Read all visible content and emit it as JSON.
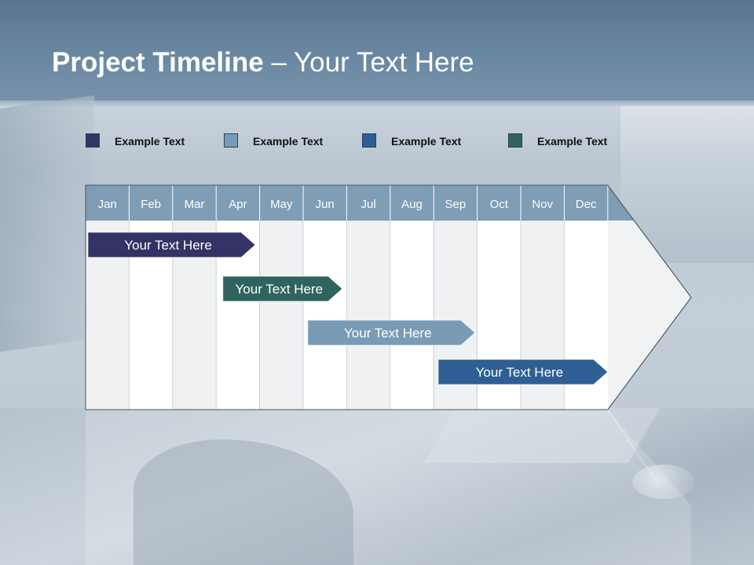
{
  "slide": {
    "title_bold": "Project Timeline",
    "title_rest": " – Your Text Here"
  },
  "legend": [
    {
      "label": "Example Text",
      "color": "#333366"
    },
    {
      "label": "Example Text",
      "color": "#7a9bb5"
    },
    {
      "label": "Example Text",
      "color": "#2e5e94"
    },
    {
      "label": "Example Text",
      "color": "#2f6360"
    }
  ],
  "timeline": {
    "months": [
      "Jan",
      "Feb",
      "Mar",
      "Apr",
      "May",
      "Jun",
      "Jul",
      "Aug",
      "Sep",
      "Oct",
      "Nov",
      "Dec"
    ],
    "header_color": "#7f9db5",
    "tasks": [
      {
        "label": "Your  Text Here",
        "start_month": 1,
        "end_month": 4.9,
        "color": "#333366"
      },
      {
        "label": "Your  Text Here",
        "start_month": 4.1,
        "end_month": 6.9,
        "color": "#2f6360"
      },
      {
        "label": "Your  Text Here",
        "start_month": 6.05,
        "end_month": 9.95,
        "color": "#7a9bb5"
      },
      {
        "label": "Your  Text Here",
        "start_month": 9.05,
        "end_month": 13.0,
        "color": "#2e5e94"
      }
    ]
  }
}
